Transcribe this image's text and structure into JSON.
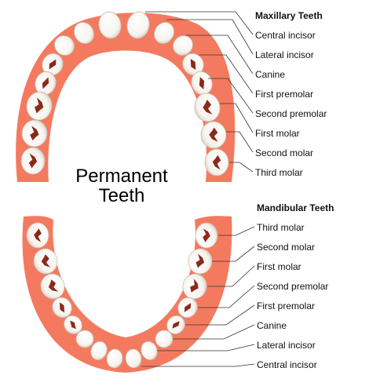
{
  "title": {
    "line1": "Permanent",
    "line2": "Teeth"
  },
  "maxillary": {
    "heading": "Maxillary Teeth",
    "labels": [
      "Central incisor",
      "Lateral incisor",
      "Canine",
      "First premolar",
      "Second premolar",
      "First molar",
      "Second molar",
      "Third molar"
    ]
  },
  "mandibular": {
    "heading": "Mandibular Teeth",
    "labels": [
      "Third molar",
      "Second molar",
      "First molar",
      "Second premolar",
      "First premolar",
      "Canine",
      "Lateral incisor",
      "Central incisor"
    ]
  },
  "colors": {
    "gum": "#f47a5f",
    "gum_edge": "#f9a08a",
    "tooth": "#ffffff",
    "fissure": "#8a2a1a",
    "line": "#333333"
  }
}
